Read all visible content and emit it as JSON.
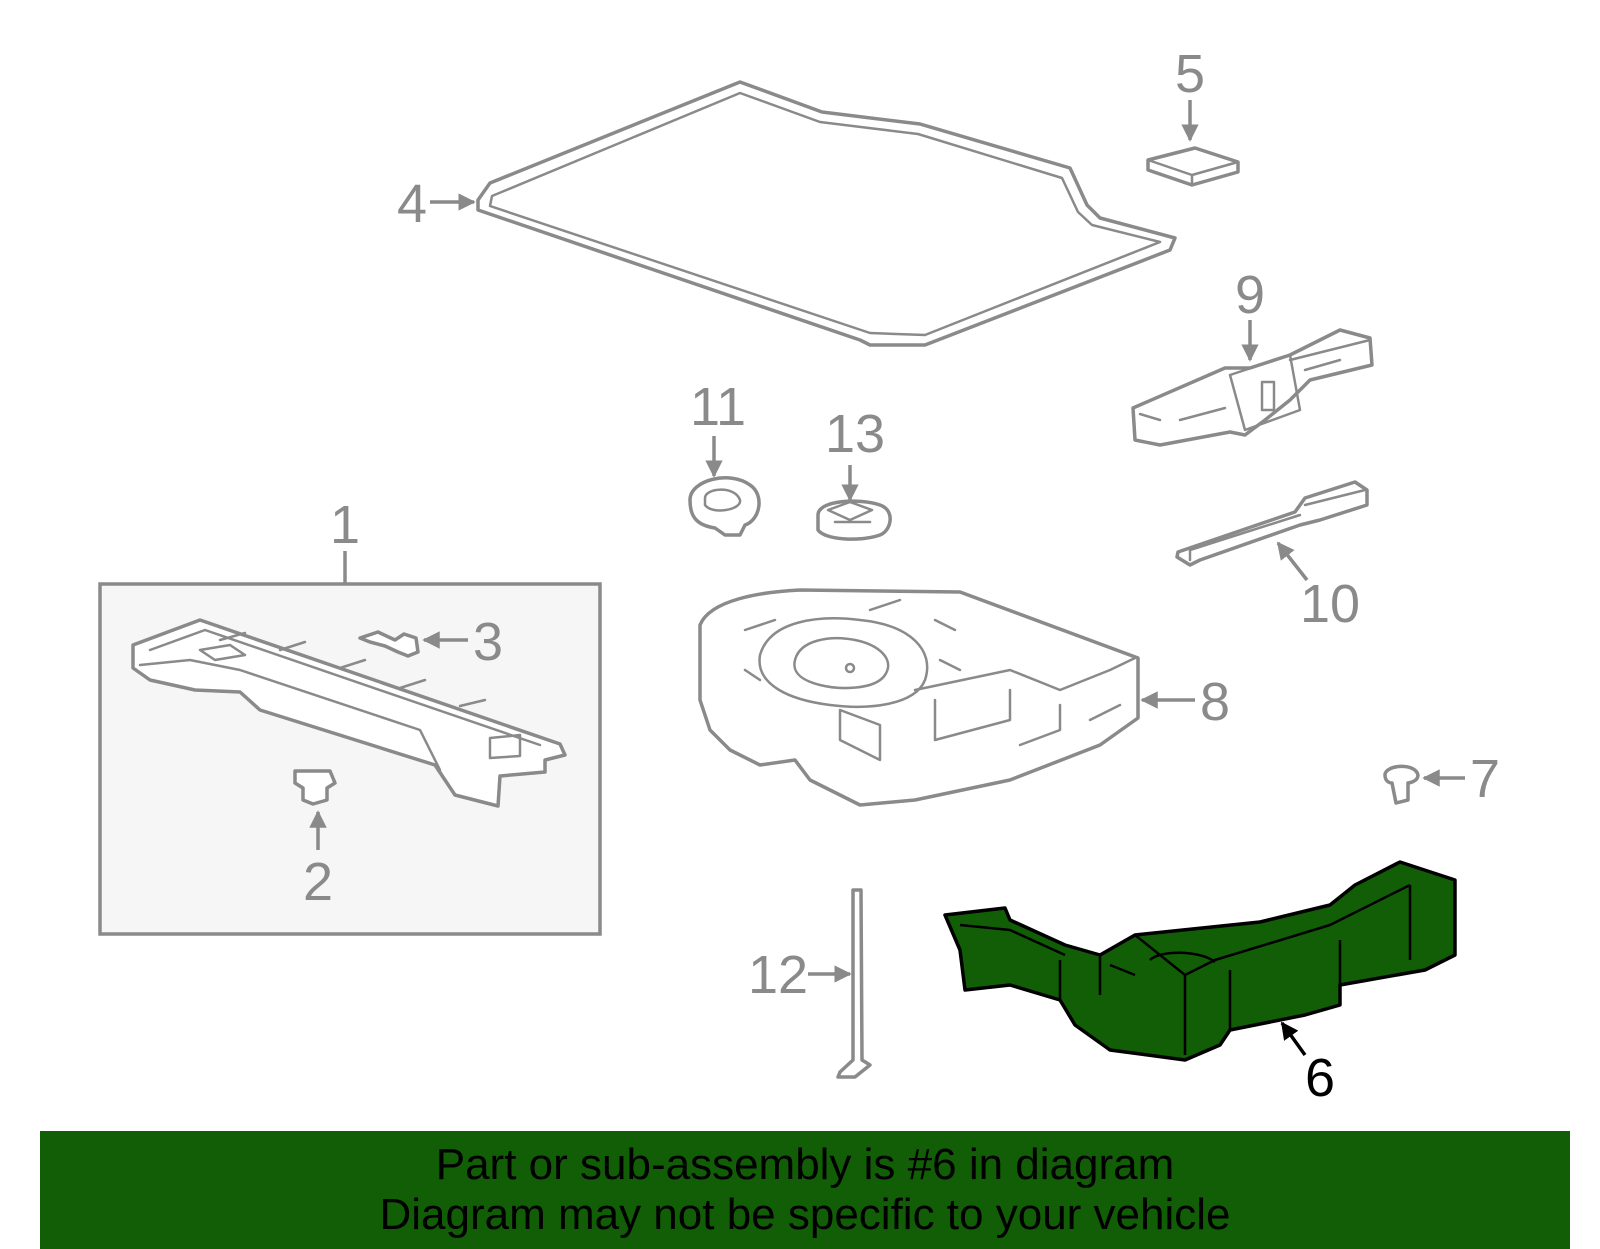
{
  "diagram": {
    "highlight_color": "#115e06",
    "callouts": [
      {
        "id": "1",
        "label": "1"
      },
      {
        "id": "2",
        "label": "2"
      },
      {
        "id": "3",
        "label": "3"
      },
      {
        "id": "4",
        "label": "4"
      },
      {
        "id": "5",
        "label": "5"
      },
      {
        "id": "6",
        "label": "6",
        "highlighted": true
      },
      {
        "id": "7",
        "label": "7"
      },
      {
        "id": "8",
        "label": "8"
      },
      {
        "id": "9",
        "label": "9"
      },
      {
        "id": "10",
        "label": "10"
      },
      {
        "id": "11",
        "label": "11"
      },
      {
        "id": "12",
        "label": "12"
      },
      {
        "id": "13",
        "label": "13"
      }
    ]
  },
  "banner": {
    "line1": "Part or sub-assembly is #6 in diagram",
    "line2": "Diagram may not be specific to your vehicle",
    "background": "#115e06"
  }
}
